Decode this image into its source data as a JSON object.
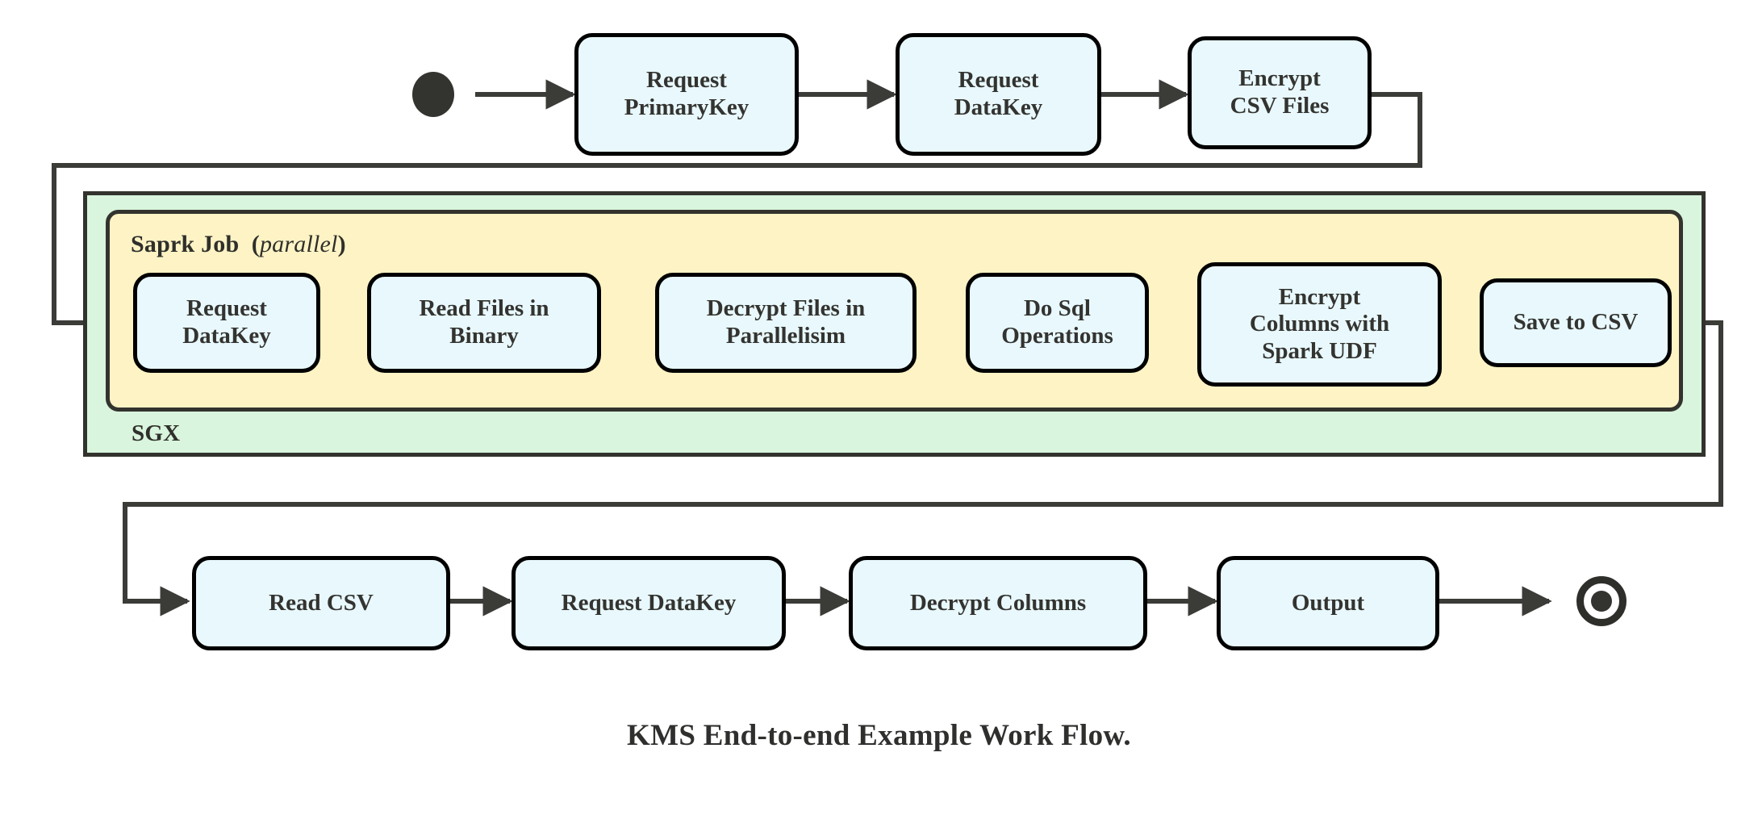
{
  "diagram": {
    "caption": "KMS End-to-end Example Work Flow.",
    "colors": {
      "node_fill": "#e8f8fc",
      "node_border": "#000000",
      "sgx_fill": "#d9f5dd",
      "spark_fill": "#fdf3c4",
      "container_border": "#33332e",
      "connector": "#3b3b38",
      "text": "#333330"
    },
    "containers": [
      {
        "id": "sgx",
        "label": "SGX",
        "label_position": "bottom-left"
      },
      {
        "id": "spark-job",
        "label_bold": "Saprk Job",
        "label_paren_open": "(",
        "label_italic": "parallel",
        "label_paren_close": ")",
        "label_position": "top-left"
      }
    ],
    "terminals": {
      "start": "start-node",
      "end": "end-node"
    },
    "rows": [
      {
        "id": "top-row",
        "nodes": [
          {
            "id": "request-primarykey",
            "lines": [
              "Request",
              "PrimaryKey"
            ]
          },
          {
            "id": "request-datakey-top",
            "lines": [
              "Request",
              "DataKey"
            ]
          },
          {
            "id": "encrypt-csv-files",
            "lines": [
              "Encrypt",
              "CSV Files"
            ]
          }
        ]
      },
      {
        "id": "spark-row",
        "nodes": [
          {
            "id": "request-datakey-spark",
            "lines": [
              "Request",
              "DataKey"
            ]
          },
          {
            "id": "read-files-in-binary",
            "lines": [
              "Read Files in",
              "Binary"
            ]
          },
          {
            "id": "decrypt-files-in-parallelisim",
            "lines": [
              "Decrypt Files in",
              "Parallelisim"
            ]
          },
          {
            "id": "do-sql-operations",
            "lines": [
              "Do Sql",
              "Operations"
            ]
          },
          {
            "id": "encrypt-columns-with-spark-udf",
            "lines": [
              "Encrypt",
              "Columns with",
              "Spark UDF"
            ]
          },
          {
            "id": "save-to-csv",
            "lines": [
              "Save to CSV"
            ]
          }
        ]
      },
      {
        "id": "bottom-row",
        "nodes": [
          {
            "id": "read-csv",
            "lines": [
              "Read CSV"
            ]
          },
          {
            "id": "request-datakey-bottom",
            "lines": [
              "Request DataKey"
            ]
          },
          {
            "id": "decrypt-columns",
            "lines": [
              "Decrypt Columns"
            ]
          },
          {
            "id": "output",
            "lines": [
              "Output"
            ]
          }
        ]
      }
    ],
    "flow_order": [
      "start-node",
      "request-primarykey",
      "request-datakey-top",
      "encrypt-csv-files",
      "request-datakey-spark",
      "read-files-in-binary",
      "decrypt-files-in-parallelisim",
      "do-sql-operations",
      "encrypt-columns-with-spark-udf",
      "save-to-csv",
      "read-csv",
      "request-datakey-bottom",
      "decrypt-columns",
      "output",
      "end-node"
    ]
  }
}
